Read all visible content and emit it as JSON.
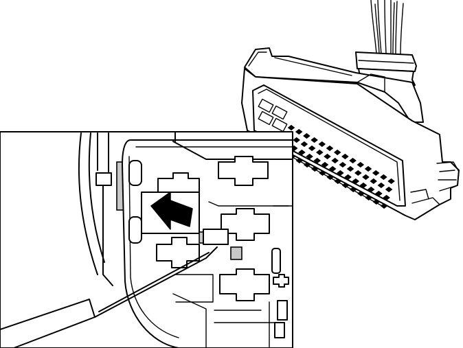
{
  "figure": {
    "subject": "connector-with-terminal-release-detail",
    "colors": {
      "line": "#000000",
      "background": "#ffffff",
      "shade": "#c8c8c8"
    },
    "arrow": {
      "direction": "left"
    },
    "detail_cavity_rows": 3,
    "main_pin_rows": 4,
    "main_pin_cols": 14
  }
}
